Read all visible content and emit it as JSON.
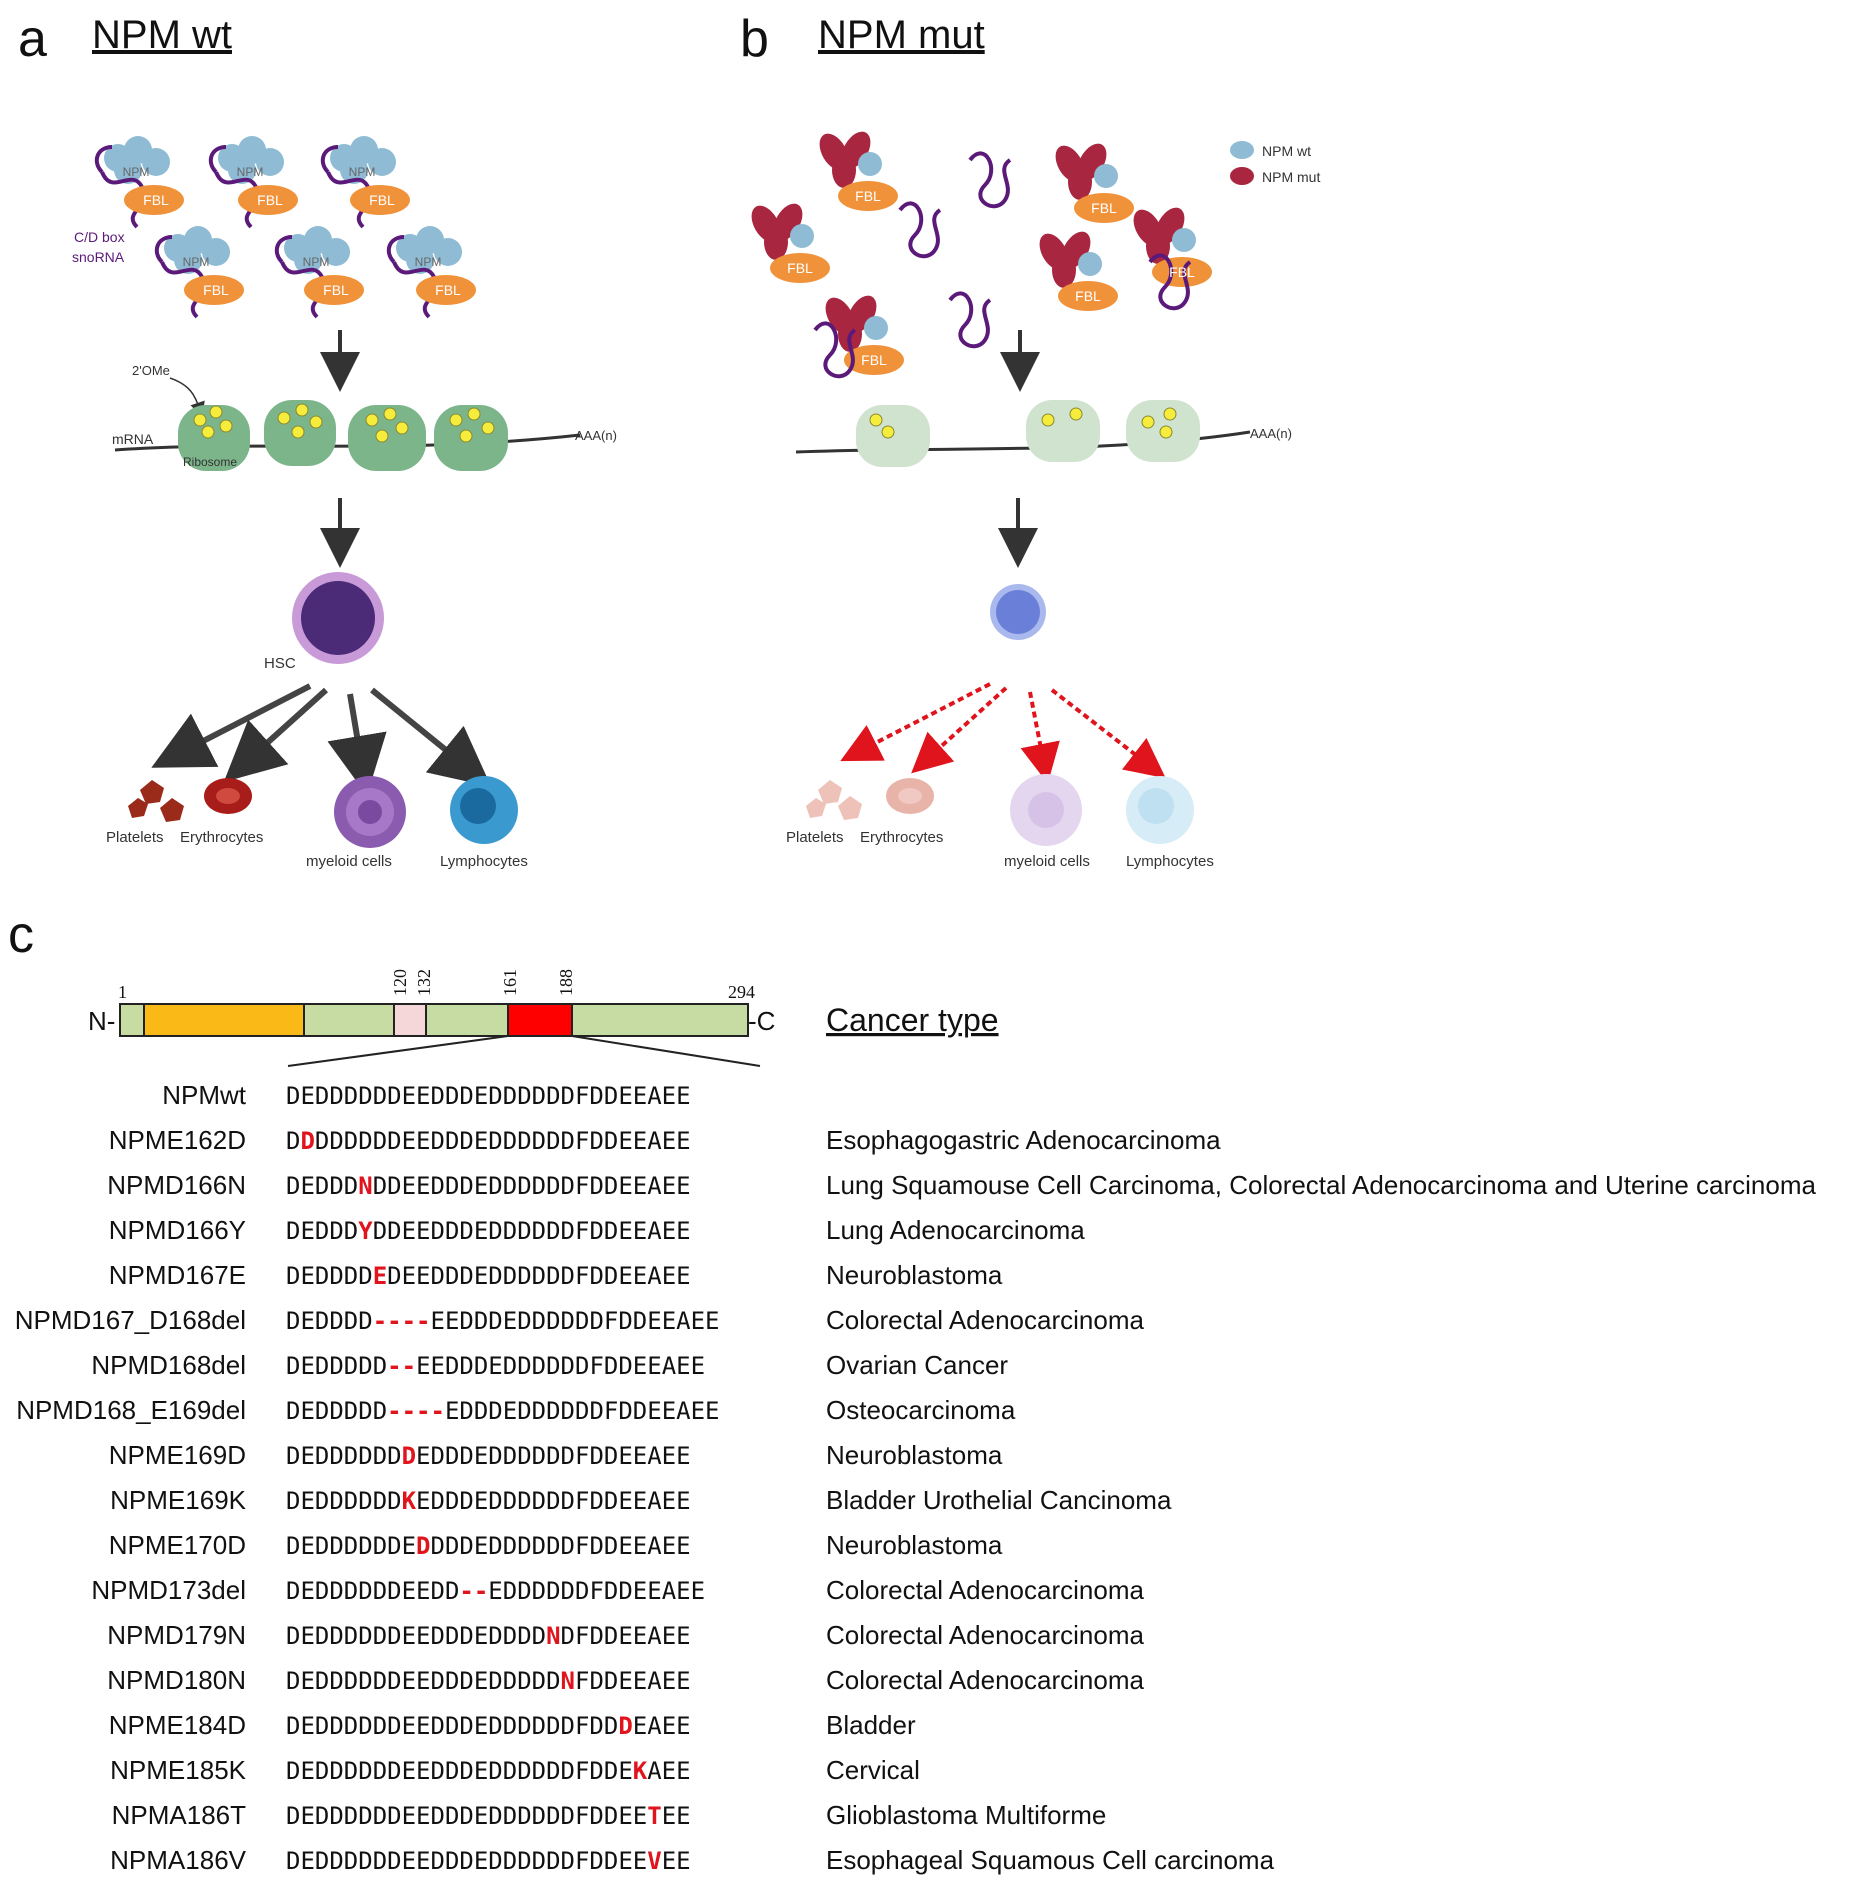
{
  "panel_a": {
    "letter": "a",
    "title": "NPM wt",
    "npm_label": "NPM",
    "fbl_label": "FBL",
    "snorna_label_1": "C/D box",
    "snorna_label_2": "snoRNA",
    "ome_label": "2'OMe",
    "mrna_label": "mRNA",
    "ribosome_label": "Ribosome",
    "polya_label": "AAA(n)",
    "hsc_label": "HSC",
    "cells": [
      "Platelets",
      "Erythrocytes",
      "myeloid cells",
      "Lymphocytes"
    ]
  },
  "panel_b": {
    "letter": "b",
    "title": "NPM mut",
    "fbl_label": "FBL",
    "legend_wt": "NPM wt",
    "legend_mut": "NPM mut",
    "polya_label": "AAA(n)",
    "cells": [
      "Platelets",
      "Erythrocytes",
      "myeloid cells",
      "Lymphocytes"
    ]
  },
  "panel_c": {
    "letter": "c",
    "n_term": "N-",
    "c_term": "-C",
    "positions": [
      "1",
      "120",
      "132",
      "161",
      "188",
      "294"
    ],
    "cancer_header": "Cancer type",
    "colors": {
      "domain1": "#fbb917",
      "domain_pink": "#f5d7d9",
      "domain_red": "#ff0000",
      "domain_green": "#c6dca2",
      "mutation": "#e0141c"
    },
    "rows": [
      {
        "label": "NPMwt",
        "seq_pre": "DEDDDDDDEEDDDEDDDDDDFDDEEAEE",
        "seq_mut": "",
        "seq_post": "",
        "cancer": ""
      },
      {
        "label": "NPME162D",
        "seq_pre": "D",
        "seq_mut": "D",
        "seq_post": "DDDDDDEEDDDEDDDDDDFDDEEAEE",
        "cancer": "Esophagogastric Adenocarcinoma"
      },
      {
        "label": "NPMD166N",
        "seq_pre": "DEDDD",
        "seq_mut": "N",
        "seq_post": "DDEEDDDEDDDDDDFDDEEAEE",
        "cancer": "Lung Squamouse Cell Carcinoma, Colorectal Adenocarcinoma and Uterine carcinoma"
      },
      {
        "label": "NPMD166Y",
        "seq_pre": "DEDDD",
        "seq_mut": "Y",
        "seq_post": "DDEEDDDEDDDDDDFDDEEAEE",
        "cancer": "Lung Adenocarcinoma"
      },
      {
        "label": "NPMD167E",
        "seq_pre": "DEDDDD",
        "seq_mut": "E",
        "seq_post": "DEEDDDEDDDDDDFDDEEAEE",
        "cancer": "Neuroblastoma"
      },
      {
        "label": "NPMD167_D168del",
        "seq_pre": "DEDDDD",
        "seq_mut": "----",
        "seq_post": "EEDDDEDDDDDDFDDEEAEE",
        "cancer": "Colorectal Adenocarcinoma"
      },
      {
        "label": "NPMD168del",
        "seq_pre": "DEDDDDD",
        "seq_mut": "--",
        "seq_post": "EEDDDEDDDDDDFDDEEAEE",
        "cancer": "Ovarian Cancer"
      },
      {
        "label": "NPMD168_E169del",
        "seq_pre": "DEDDDDD",
        "seq_mut": "----",
        "seq_post": "EDDDEDDDDDDFDDEEAEE",
        "cancer": "Osteocarcinoma"
      },
      {
        "label": "NPME169D",
        "seq_pre": "DEDDDDDD",
        "seq_mut": "D",
        "seq_post": "EDDDEDDDDDDFDDEEAEE",
        "cancer": "Neuroblastoma"
      },
      {
        "label": "NPME169K",
        "seq_pre": "DEDDDDDD",
        "seq_mut": "K",
        "seq_post": "EDDDEDDDDDDFDDEEAEE",
        "cancer": "Bladder Urothelial Cancinoma"
      },
      {
        "label": "NPME170D",
        "seq_pre": "DEDDDDDDE",
        "seq_mut": "D",
        "seq_post": "DDDEDDDDDDFDDEEAEE",
        "cancer": "Neuroblastoma"
      },
      {
        "label": "NPMD173del",
        "seq_pre": "DEDDDDDDEEDD",
        "seq_mut": "--",
        "seq_post": "EDDDDDDFDDEEAEE",
        "cancer": "Colorectal Adenocarcinoma"
      },
      {
        "label": "NPMD179N",
        "seq_pre": "DEDDDDDDEEDDDEDDDD",
        "seq_mut": "N",
        "seq_post": "DFDDEEAEE",
        "cancer": "Colorectal Adenocarcinoma"
      },
      {
        "label": "NPMD180N",
        "seq_pre": "DEDDDDDDEEDDDEDDDDD",
        "seq_mut": "N",
        "seq_post": "FDDEEAEE",
        "cancer": "Colorectal Adenocarcinoma"
      },
      {
        "label": "NPME184D",
        "seq_pre": "DEDDDDDDEEDDDEDDDDDDFDD",
        "seq_mut": "D",
        "seq_post": "EAEE",
        "cancer": "Bladder"
      },
      {
        "label": "NPME185K",
        "seq_pre": "DEDDDDDDEEDDDEDDDDDDFDDE",
        "seq_mut": "K",
        "seq_post": "AEE",
        "cancer": "Cervical"
      },
      {
        "label": "NPMA186T",
        "seq_pre": "DEDDDDDDEEDDDEDDDDDDFDDEE",
        "seq_mut": "T",
        "seq_post": "EE",
        "cancer": "Glioblastoma Multiforme"
      },
      {
        "label": "NPMA186V",
        "seq_pre": "DEDDDDDDEEDDDEDDDDDDFDDEE",
        "seq_mut": "V",
        "seq_post": "EE",
        "cancer": "Esophageal Squamous Cell carcinoma"
      }
    ]
  }
}
